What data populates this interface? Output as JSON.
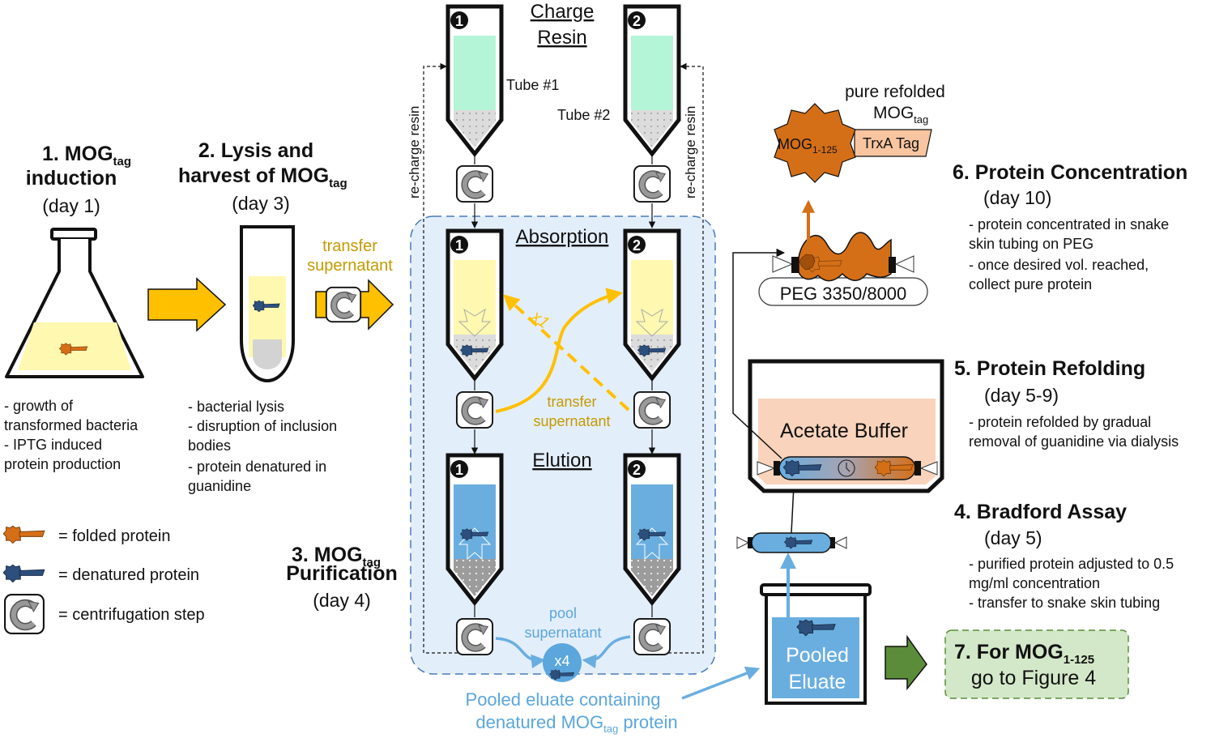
{
  "colors": {
    "yellow_arrow": "#ffc000",
    "yellow_text": "#c49a00",
    "light_yellow": "#fff8b0",
    "resin_green": "#b3f5d6",
    "resin_gray": "#d9d9d9",
    "resin_dark": "#9c9c9c",
    "elution_blue": "#6aaee0",
    "panel_bg": "#e3eefb",
    "panel_border": "#4a7ab8",
    "folded_orange": "#d46f18",
    "denatured_blue": "#2d4f7c",
    "tag_peach": "#f8c5a0",
    "buffer_peach": "#f9d3bb",
    "green_arrow": "#5b8c3a",
    "green_box": "#d3e8c8",
    "blue_text": "#5ba6dc"
  },
  "step1": {
    "title_a": "1. MOG",
    "sub": "tag",
    "title_b": "induction",
    "day": "(day 1)",
    "notes": [
      "- growth of",
      "transformed bacteria",
      "- IPTG induced",
      "protein production"
    ]
  },
  "step2": {
    "title_a": "2. Lysis and",
    "title_b": "harvest of MOG",
    "sub": "tag",
    "day": "(day 3)",
    "transfer": [
      "transfer",
      "supernatant"
    ],
    "notes": [
      "- bacterial lysis",
      "- disruption of inclusion",
      "bodies",
      "- protein denatured in",
      "guanidine"
    ]
  },
  "legend": [
    {
      "icon": "folded-protein",
      "label": "= folded protein"
    },
    {
      "icon": "denatured-protein",
      "label": "= denatured protein"
    },
    {
      "icon": "centrifugation",
      "label": "= centrifugation step"
    }
  ],
  "step3": {
    "title_a": "3. MOG",
    "sub": "tag",
    "title_b": "Purification",
    "day": "(day 4)",
    "charge_resin": [
      "Charge",
      "Resin"
    ],
    "tube1": "Tube #1",
    "tube2": "Tube #2",
    "recharge": "re-charge resin",
    "absorption": "Absorption",
    "elution": "Elution",
    "x1": "x1",
    "x4": "x4",
    "transfer": [
      "transfer",
      "supernatant"
    ],
    "pool": [
      "pool",
      "supernatant"
    ],
    "pooled_caption_a": "Pooled eluate containing",
    "pooled_caption_b": "denatured MOG",
    "pooled_caption_sub": "tag",
    "pooled_caption_c": " protein",
    "num1": "1",
    "num2": "2"
  },
  "step4": {
    "title": "4. Bradford Assay",
    "day": "(day 5)",
    "notes": [
      "- purified protein adjusted to 0.5",
      "mg/ml concentration",
      "- transfer to snake skin tubing"
    ],
    "beaker": [
      "Pooled",
      "Eluate"
    ]
  },
  "step5": {
    "title": "5. Protein Refolding",
    "day": "(day 5-9)",
    "notes": [
      "- protein refolded by gradual",
      "removal of guanidine via dialysis"
    ],
    "buffer": "Acetate Buffer"
  },
  "step6": {
    "title": "6. Protein Concentration",
    "day": "(day 10)",
    "notes": [
      "- protein concentrated in snake",
      "skin tubing on PEG",
      "- once desired vol. reached,",
      "collect pure protein"
    ],
    "peg": "PEG 3350/8000",
    "pure_a": "pure refolded",
    "pure_b": "MOG",
    "pure_sub": "tag",
    "mog": "MOG",
    "mog_sub": "1-125",
    "tag": "TrxA Tag"
  },
  "step7": {
    "title_a": "7. For MOG",
    "sub": "1-125",
    "title_b": "go to Figure 4"
  }
}
